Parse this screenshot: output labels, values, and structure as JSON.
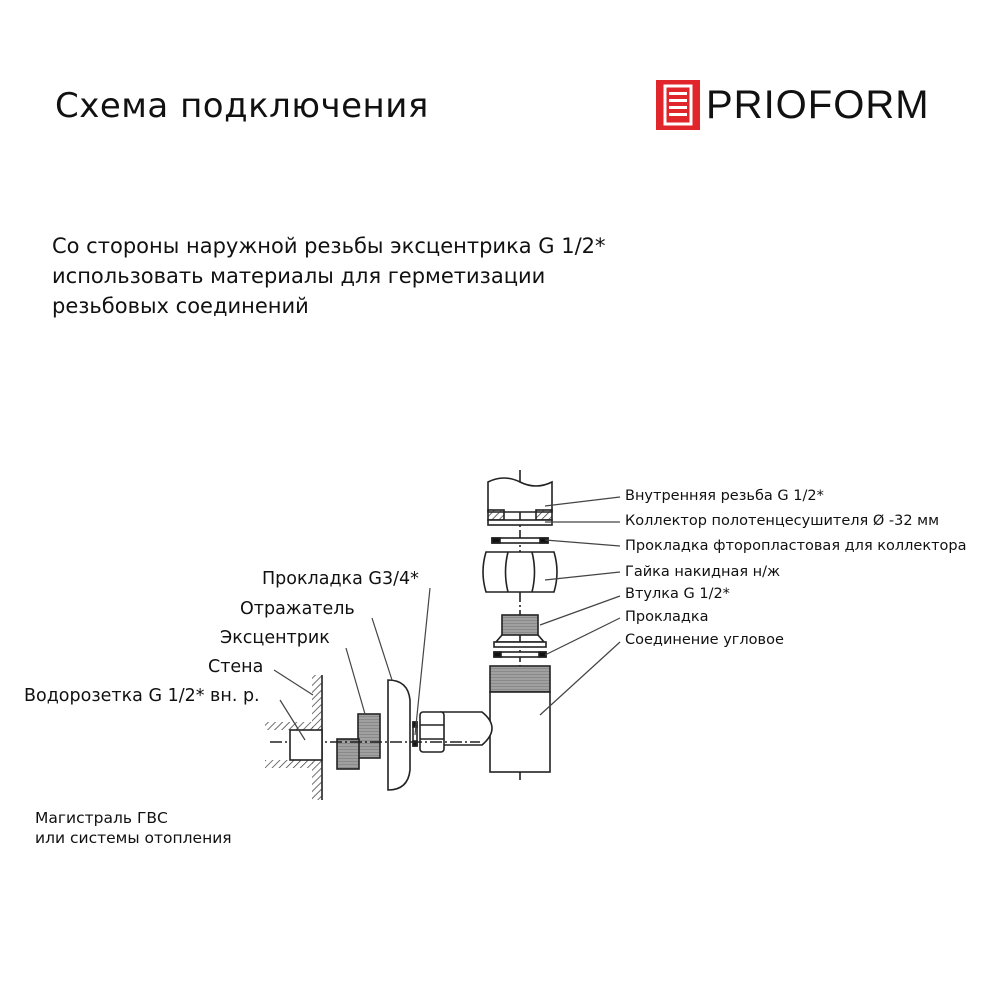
{
  "header": {
    "title": "Схема подключения",
    "logo": {
      "text": "PRIOFORM",
      "icon": "towel-rail-icon",
      "color": "#e0262b"
    }
  },
  "note": {
    "lines": [
      "Со стороны наружной резьбы эксцентрика G 1/2*",
      "использовать материалы для герметизации",
      "резьбовых соединений"
    ]
  },
  "labels_right": [
    "Внутренняя резьба G 1/2*",
    "Коллектор полотенцесушителя Ø -32 мм",
    "Прокладка фторопластовая для коллектора",
    "Гайка накидная н/ж",
    "Втулка G 1/2*",
    "Прокладка",
    "Соединение угловое"
  ],
  "labels_left": [
    "Прокладка G3/4*",
    "Отражатель",
    "Эксцентрик",
    "Стена",
    "Водорозетка G 1/2* вн. р."
  ],
  "footer_note": {
    "lines": [
      "Магистраль ГВС",
      "или системы отопления"
    ]
  }
}
